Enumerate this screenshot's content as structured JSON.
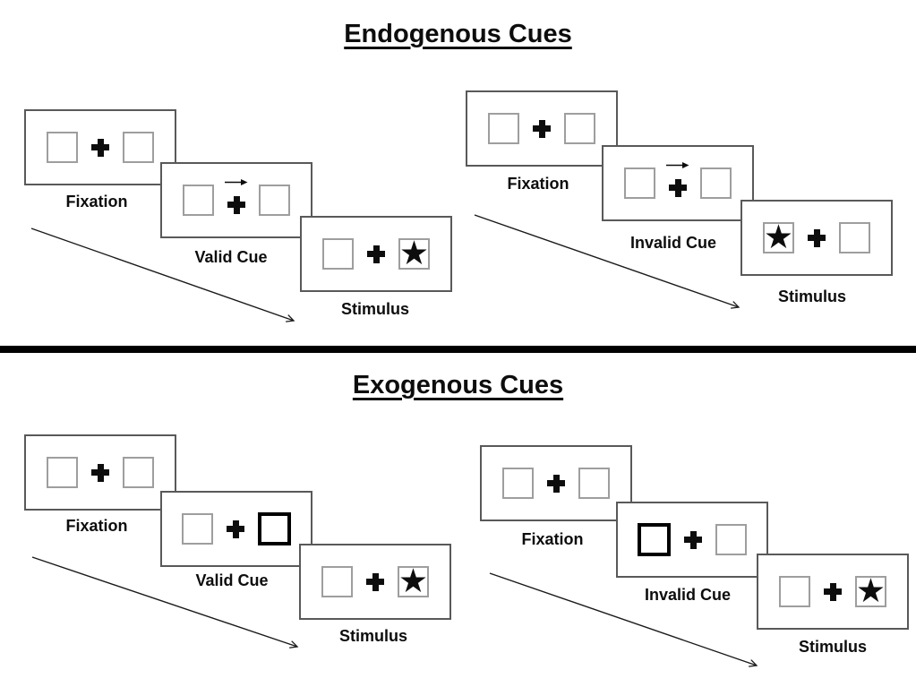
{
  "sections": [
    {
      "title": "Endogenous Cues",
      "sequences": [
        {
          "name": "valid",
          "frames": [
            {
              "label": "Fixation",
              "content": "fixation"
            },
            {
              "label": "Valid Cue",
              "content": "central-arrow-cue-right"
            },
            {
              "label": "Stimulus",
              "content": "star-right"
            }
          ]
        },
        {
          "name": "invalid",
          "frames": [
            {
              "label": "Fixation",
              "content": "fixation"
            },
            {
              "label": "Invalid Cue",
              "content": "central-arrow-cue-right"
            },
            {
              "label": "Stimulus",
              "content": "star-left"
            }
          ]
        }
      ]
    },
    {
      "title": "Exogenous Cues",
      "sequences": [
        {
          "name": "valid",
          "frames": [
            {
              "label": "Fixation",
              "content": "fixation"
            },
            {
              "label": "Valid Cue",
              "content": "peripheral-cue-right"
            },
            {
              "label": "Stimulus",
              "content": "star-right"
            }
          ]
        },
        {
          "name": "invalid",
          "frames": [
            {
              "label": "Fixation",
              "content": "fixation"
            },
            {
              "label": "Invalid Cue",
              "content": "peripheral-cue-left"
            },
            {
              "label": "Stimulus",
              "content": "star-right"
            }
          ]
        }
      ]
    }
  ],
  "glyphs": {
    "star": "★"
  },
  "colors": {
    "frame_border": "#595959",
    "square_border": "#9e9e9e",
    "cue_highlight": "#000000",
    "text": "#0d0d0d",
    "divider": "#000000",
    "arrow": "#1a1a1a"
  }
}
